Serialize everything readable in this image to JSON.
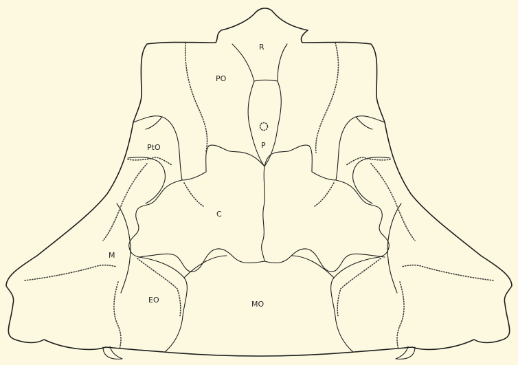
{
  "labels": {
    "R": "R",
    "PO": "PO",
    "P": "P",
    "PtO": "PtO",
    "C": "C",
    "M": "M",
    "EO": "EO",
    "MO": "MO"
  },
  "colors": {
    "paper": "#fcf9e0",
    "ink": "#1d1d1d"
  }
}
